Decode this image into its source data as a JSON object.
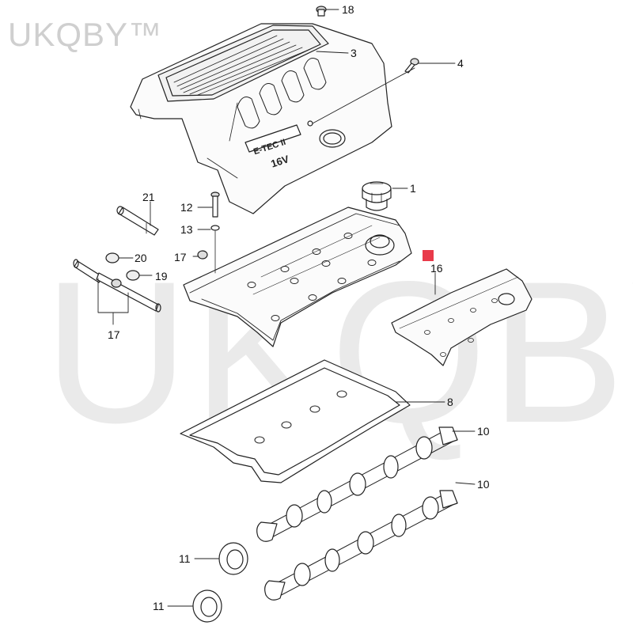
{
  "watermark": {
    "text": "UKQBY™"
  },
  "cover": {
    "brand": "E-TEC II",
    "valves": "16V"
  },
  "callouts": [
    {
      "id": "18",
      "label": "18"
    },
    {
      "id": "3",
      "label": "3"
    },
    {
      "id": "4",
      "label": "4"
    },
    {
      "id": "1",
      "label": "1"
    },
    {
      "id": "21",
      "label": "21"
    },
    {
      "id": "12",
      "label": "12"
    },
    {
      "id": "13",
      "label": "13"
    },
    {
      "id": "20",
      "label": "20"
    },
    {
      "id": "17a",
      "label": "17"
    },
    {
      "id": "19",
      "label": "19"
    },
    {
      "id": "17b",
      "label": "17"
    },
    {
      "id": "16",
      "label": "16"
    },
    {
      "id": "8",
      "label": "8"
    },
    {
      "id": "10a",
      "label": "10"
    },
    {
      "id": "10b",
      "label": "10"
    },
    {
      "id": "11a",
      "label": "11"
    },
    {
      "id": "11b",
      "label": "11"
    }
  ],
  "colors": {
    "ink": "#222222",
    "marker": "#e83a4a",
    "watermark": "#cfcfcf"
  }
}
